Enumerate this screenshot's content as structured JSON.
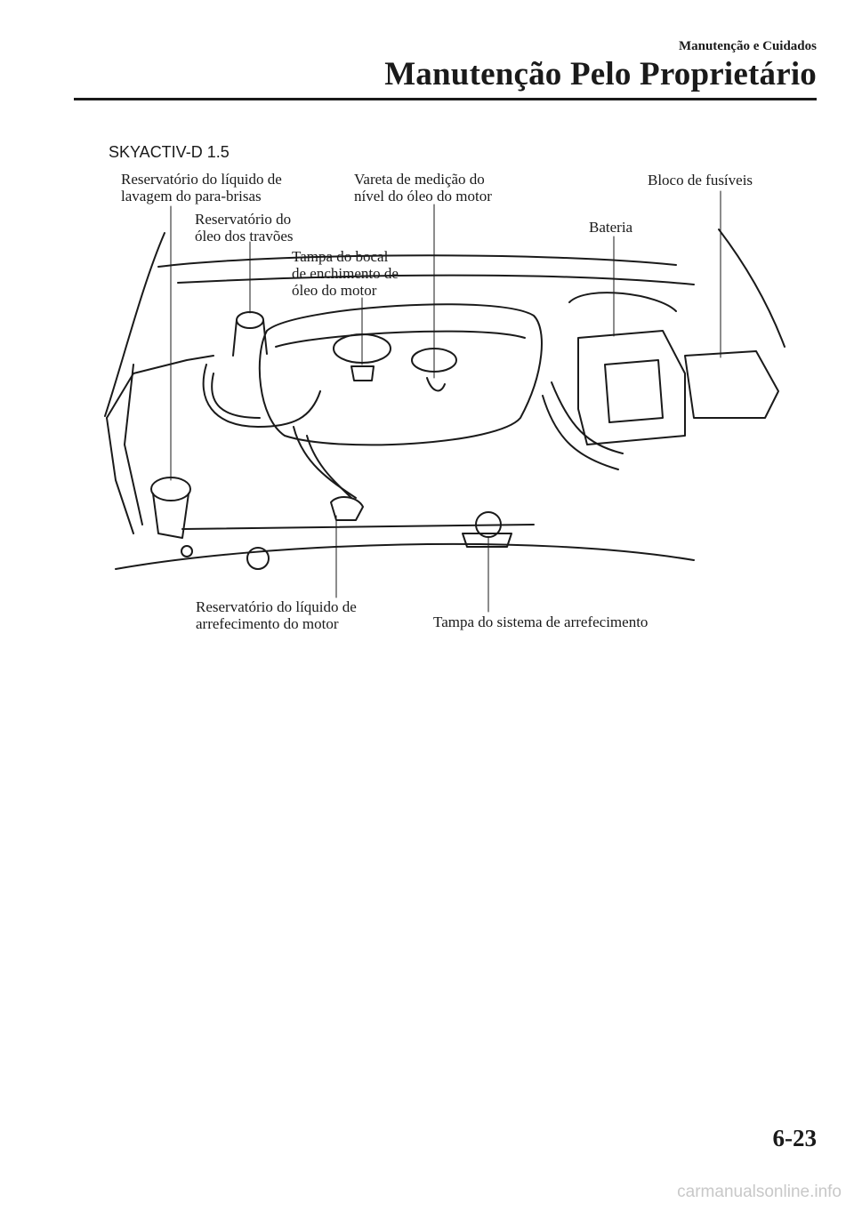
{
  "header": {
    "section": "Manutenção e Cuidados",
    "title": "Manutenção Pelo Proprietário"
  },
  "figure": {
    "engine_label": "SKYACTIV-D 1.5",
    "callouts": {
      "washer_reservoir": "Reservatório do líquido de\nlavagem do para-brisas",
      "brake_fluid": "Reservatório do\nóleo dos travões",
      "oil_filler_cap": "Tampa do bocal\nde enchimento de\nóleo do motor",
      "dipstick": "Vareta de medição do\nnível do óleo do motor",
      "battery": "Bateria",
      "fuse_block": "Bloco de fusíveis",
      "coolant_reservoir": "Reservatório do líquido de\narrefecimento do motor",
      "cooling_cap": "Tampa do sistema de arrefecimento"
    }
  },
  "footer": {
    "page_number": "6-23",
    "watermark": "carmanualsonline.info"
  }
}
